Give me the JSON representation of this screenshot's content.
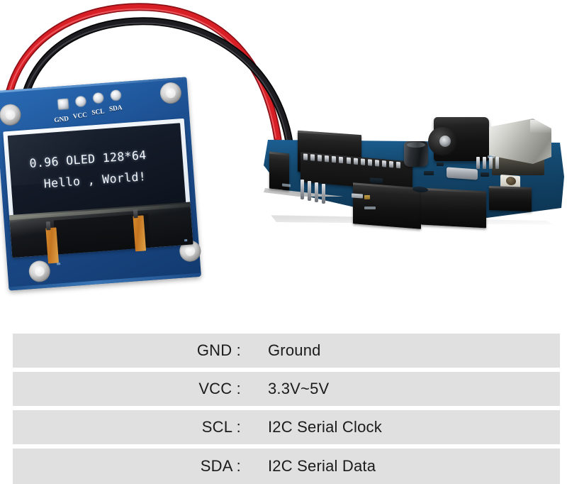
{
  "photo": {
    "alt_description": "0.96 inch I2C OLED display module wired to an Arduino Uno board",
    "oled_module": {
      "pcb_color": "#1c4f91",
      "silkscreen_pin_labels": [
        "GND",
        "VCC",
        "SCL",
        "SDA"
      ],
      "screen": {
        "background_color": "#141b28",
        "text_color": "#f3f7fc",
        "line1": "0.96 OLED 128*64",
        "line2": "Hello , World!"
      },
      "mounting_holes": 4,
      "fpc_color": "#c4751f"
    },
    "arduino_board": {
      "pcb_color": "#14496f",
      "components": [
        "dip-microcontroller",
        "barrel-power-jack",
        "usb-b-connector",
        "electrolytic-capacitor",
        "crystal-oscillator",
        "reset-button",
        "pin-headers"
      ]
    },
    "wires": [
      {
        "name": "power-wire",
        "color": "#d81f26"
      },
      {
        "name": "ground-wire",
        "color": "#17171a"
      }
    ]
  },
  "pinout": {
    "row_background": "#e0e0e0",
    "text_color": "#1b1b1b",
    "rows": [
      {
        "key": "GND :",
        "value": "Ground"
      },
      {
        "key": "VCC :",
        "value": "3.3V~5V"
      },
      {
        "key": "SCL :",
        "value": "I2C Serial Clock"
      },
      {
        "key": "SDA :",
        "value": "I2C Serial Data"
      }
    ]
  }
}
